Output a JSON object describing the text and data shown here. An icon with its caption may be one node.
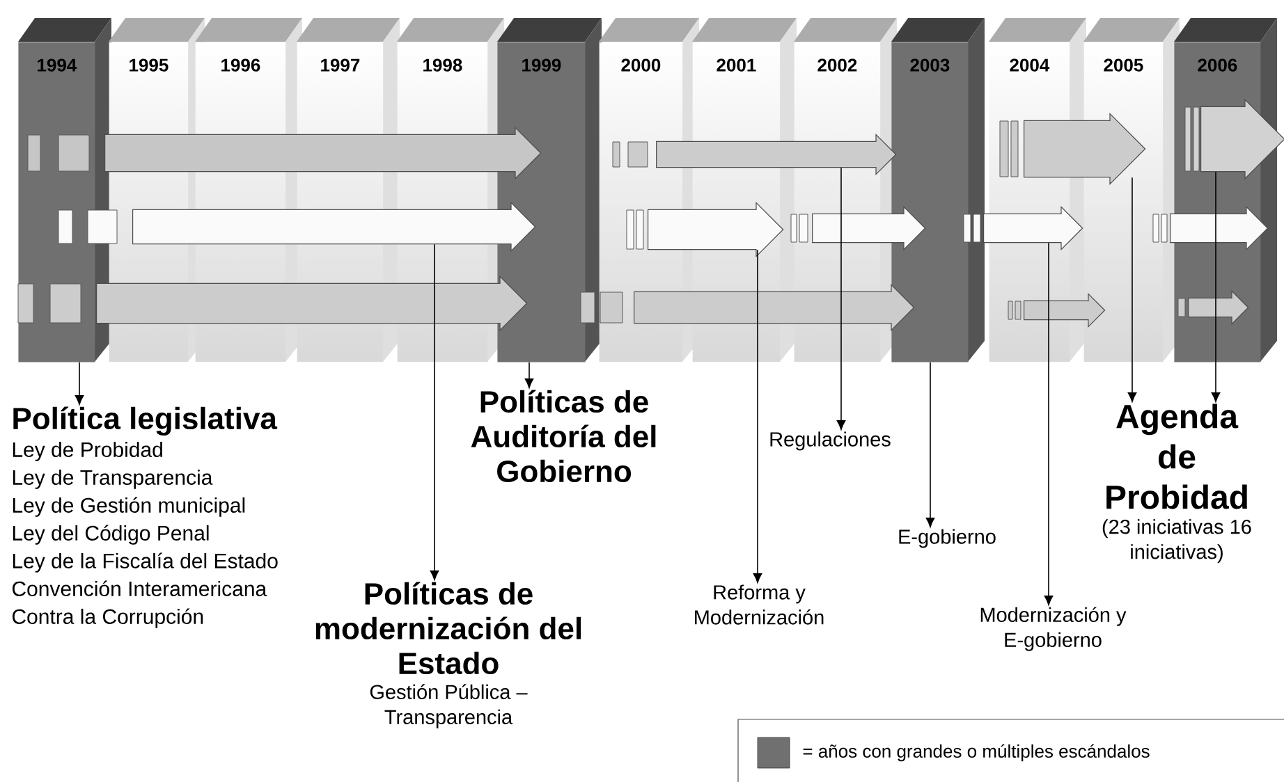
{
  "diagram": {
    "nodes": [
      {
        "text": [
          "1994"
        ]
      },
      {
        "text": [
          "1995"
        ]
      },
      {
        "text": [
          "1996"
        ]
      },
      {
        "text": [
          "1997"
        ]
      },
      {
        "text": [
          "1998"
        ]
      },
      {
        "text": [
          "1999"
        ]
      },
      {
        "text": [
          "2000"
        ]
      },
      {
        "text": [
          "2001"
        ]
      },
      {
        "text": [
          "2002"
        ]
      },
      {
        "text": [
          "2003"
        ]
      },
      {
        "text": [
          "2004"
        ]
      },
      {
        "text": [
          "2005"
        ]
      },
      {
        "text": [
          "2006"
        ]
      },
      {
        "text": [],
        "shape": "arrow"
      },
      {
        "text": [],
        "shape": "arrow"
      },
      {
        "text": [],
        "shape": "arrow"
      },
      {
        "text": [],
        "shape": "arrow"
      },
      {
        "text": [],
        "shape": "arrow"
      },
      {
        "text": [],
        "shape": "arrow"
      },
      {
        "text": [],
        "shape": "arrow"
      },
      {
        "text": [],
        "shape": "arrow"
      },
      {
        "text": [],
        "shape": "arrow"
      },
      {
        "text": [],
        "shape": "arrow"
      },
      {
        "text": [],
        "shape": "arrow"
      },
      {
        "text": [],
        "shape": "arrow"
      },
      {
        "text": [],
        "shape": "arrow",
        "in": 12
      },
      {
        "text": [
          "Política legislativa",
          "Ley de Probidad",
          "Ley de Transparencia",
          "Ley de Gestión municipal",
          "Ley del Código Penal",
          "Ley de la Fiscalía del Estado",
          "Convención Interamericana Contra la Corrupción"
        ]
      },
      {
        "text": [
          "Políticas de Auditoría del Gobierno"
        ]
      },
      {
        "text": [
          "Regulaciones"
        ]
      },
      {
        "text": [
          "E-gobierno"
        ]
      },
      {
        "text": [
          "Agenda de Probidad",
          "(23 iniciativas 16 iniciativas)"
        ]
      },
      {
        "text": [
          "Políticas de modernización del Estado",
          "Gestión Pública – Transparencia"
        ]
      },
      {
        "text": [
          "Reforma y Modernización"
        ]
      },
      {
        "text": [
          "Modernización y E-gobierno"
        ]
      }
    ],
    "edges": [
      {
        "from": 0,
        "to": 26,
        "arrow": "to"
      },
      {
        "from": 17,
        "to": 31,
        "arrow": "to"
      },
      {
        "from": 5,
        "to": 27,
        "arrow": "to"
      },
      {
        "from": 18,
        "to": 32,
        "arrow": "to"
      },
      {
        "from": 14,
        "to": 28,
        "arrow": "to"
      },
      {
        "from": 9,
        "to": 29,
        "arrow": "to"
      },
      {
        "from": 20,
        "to": 33,
        "arrow": "to"
      },
      {
        "from": 15,
        "to": 30,
        "arrow": "to"
      },
      {
        "from": 16,
        "to": 30,
        "arrow": "to"
      }
    ],
    "legend": [
      {
        "text": "= años con grandes o múltiples escándalos",
        "color": "#707070"
      }
    ]
  }
}
